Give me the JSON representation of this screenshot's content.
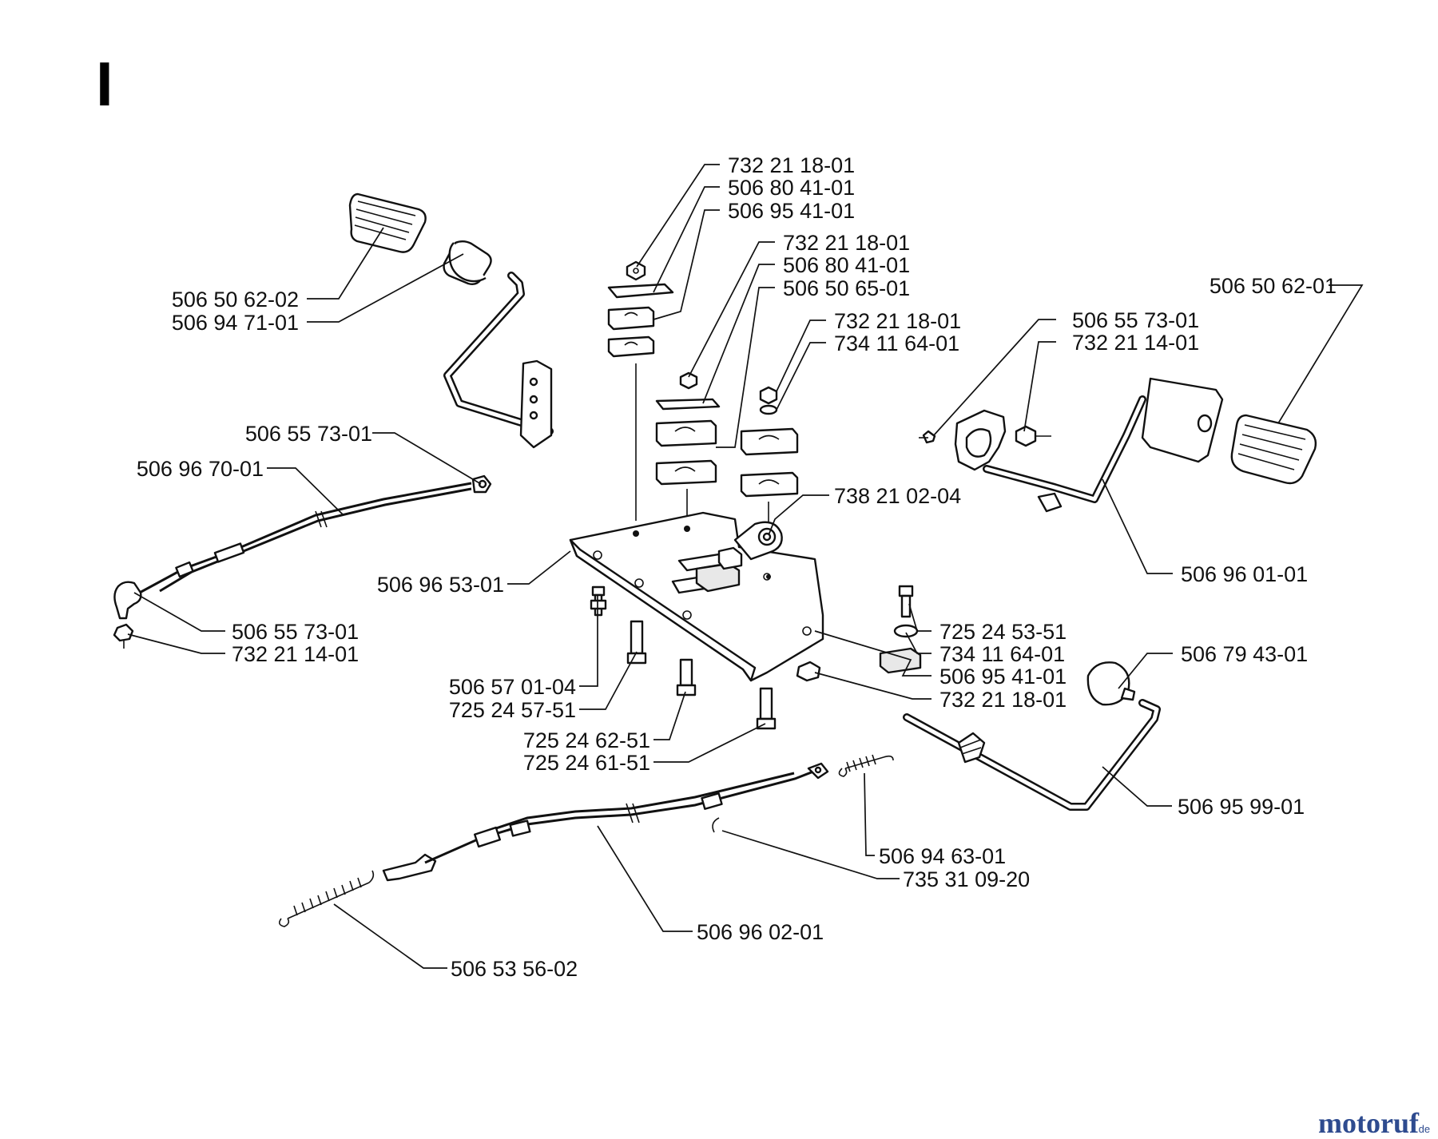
{
  "sheet": {
    "letter": "I"
  },
  "watermark": {
    "brand": "motoruf",
    "suffix": ".de",
    "color_main": "#2e4b8f",
    "color_accent": "#c8281e"
  },
  "callouts": [
    {
      "id": "c01",
      "text": "732 21 18-01"
    },
    {
      "id": "c02",
      "text": "506 80 41-01"
    },
    {
      "id": "c03",
      "text": "506 95 41-01"
    },
    {
      "id": "c04",
      "text": "732 21 18-01"
    },
    {
      "id": "c05",
      "text": "506 80 41-01"
    },
    {
      "id": "c06",
      "text": "506 50 65-01"
    },
    {
      "id": "c07",
      "text": "732 21 18-01"
    },
    {
      "id": "c08",
      "text": "734 11 64-01"
    },
    {
      "id": "c09",
      "text": "506 50 62-02"
    },
    {
      "id": "c10",
      "text": "506 94 71-01"
    },
    {
      "id": "c11",
      "text": "506 50 62-01"
    },
    {
      "id": "c12",
      "text": "506 55 73-01"
    },
    {
      "id": "c13",
      "text": "732 21 14-01"
    },
    {
      "id": "c14",
      "text": "506 55 73-01"
    },
    {
      "id": "c15",
      "text": "506 96 70-01"
    },
    {
      "id": "c16",
      "text": "738 21 02-04"
    },
    {
      "id": "c17",
      "text": "506 96 53-01"
    },
    {
      "id": "c18",
      "text": "506 96 01-01"
    },
    {
      "id": "c19",
      "text": "506 55 73-01"
    },
    {
      "id": "c20",
      "text": "732 21 14-01"
    },
    {
      "id": "c21",
      "text": "725 24 53-51"
    },
    {
      "id": "c22",
      "text": "734 11 64-01"
    },
    {
      "id": "c23",
      "text": "506 95 41-01"
    },
    {
      "id": "c24",
      "text": "732 21 18-01"
    },
    {
      "id": "c25",
      "text": "506 79 43-01"
    },
    {
      "id": "c26",
      "text": "506 57 01-04"
    },
    {
      "id": "c27",
      "text": "725 24 57-51"
    },
    {
      "id": "c28",
      "text": "725 24 62-51"
    },
    {
      "id": "c29",
      "text": "725 24 61-51"
    },
    {
      "id": "c30",
      "text": "506 95 99-01"
    },
    {
      "id": "c31",
      "text": "506 94 63-01"
    },
    {
      "id": "c32",
      "text": "735 31 09-20"
    },
    {
      "id": "c33",
      "text": "506 96 02-01"
    },
    {
      "id": "c34",
      "text": "506 53 56-02"
    }
  ]
}
